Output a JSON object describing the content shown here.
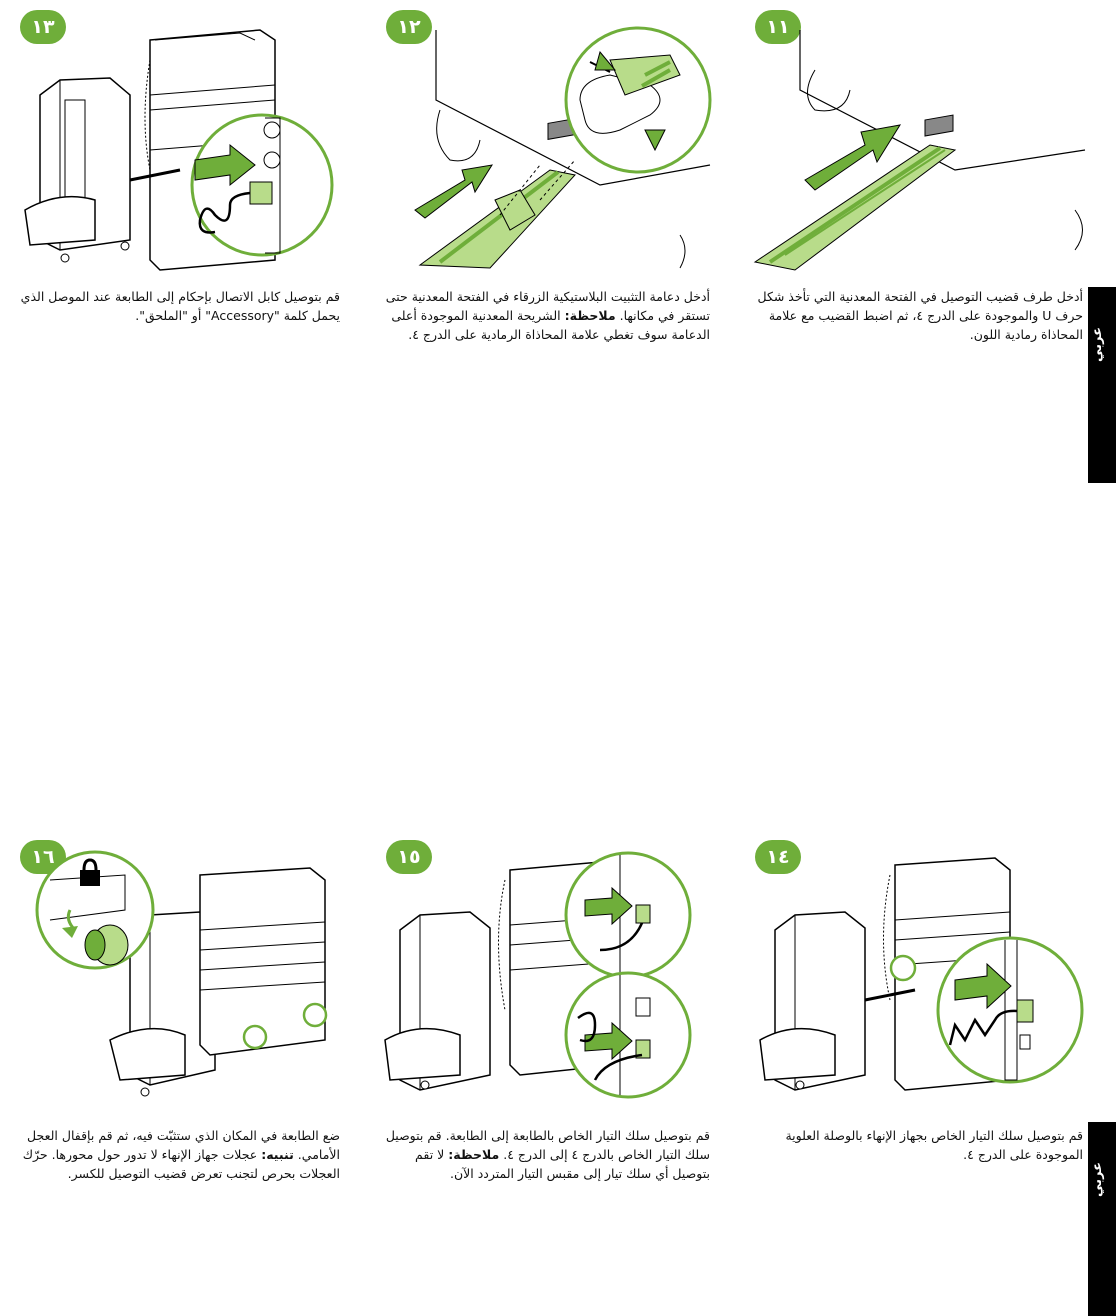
{
  "side_tab_label": "عربي",
  "colors": {
    "accent_green": "#6fae3a",
    "light_green": "#b8dc8a",
    "outline": "#000000"
  },
  "steps": [
    {
      "number": "١١",
      "text": "أدخل طرف قضيب التوصيل في الفتحة المعدنية التي تأخذ شكل حرف U والموجودة على الدرج ٤، ثم اضبط القضيب مع علامة المحاذاة رمادية اللون."
    },
    {
      "number": "١٢",
      "text_before": "أدخل دعامة التثبيت البلاستيكية الزرقاء في الفتحة المعدنية حتى تستقر في مكانها.",
      "note_label": "ملاحظة:",
      "text_after": "الشريحة المعدنية الموجودة أعلى الدعامة سوف تغطي علامة المحاذاة الرمادية على الدرج ٤."
    },
    {
      "number": "١٣",
      "text": "قم بتوصيل كابل الاتصال بإحكام إلى الطابعة عند الموصل الذي يحمل كلمة \"Accessory\" أو \"الملحق\"."
    },
    {
      "number": "١٤",
      "text": "قم بتوصيل سلك التيار الخاص بجهاز الإنهاء بالوصلة العلوية الموجودة على الدرج ٤."
    },
    {
      "number": "١٥",
      "text_before": "قم بتوصيل سلك التيار الخاص بالطابعة إلى الطابعة. قم بتوصيل سلك التيار الخاص بالدرج ٤ إلى الدرج ٤.",
      "note_label": "ملاحظة:",
      "text_after": "لا تقم بتوصيل أي سلك تيار إلى مقبس التيار المتردد الآن."
    },
    {
      "number": "١٦",
      "text_before": "ضع الطابعة في المكان الذي ستثبّت فيه، ثم قم بإقفال العجل الأمامي.",
      "note_label": "تنبيه:",
      "text_after": "عجلات جهاز الإنهاء لا تدور حول محورها. حرّك العجلات بحرص لتجنب تعرض قضيب التوصيل للكسر."
    }
  ]
}
